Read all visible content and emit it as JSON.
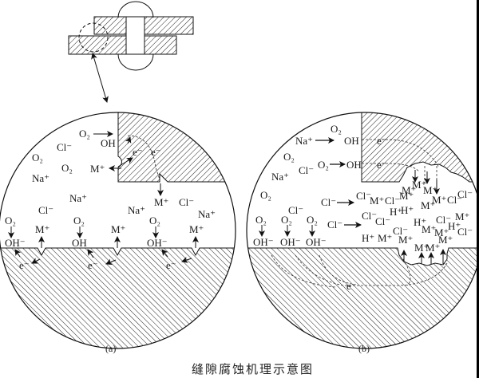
{
  "title": "缝隙腐蚀机理示意图",
  "panels": {
    "a": {
      "caption": "(a)",
      "labels": {
        "o2_top": "O₂",
        "oh_top": "OH",
        "e_left": "e⁻",
        "e_right": "e⁻",
        "m_left": "M⁺",
        "m_down": "M⁺",
        "cl_1": "Cl⁻",
        "o2_1": "O₂",
        "o2_2": "O₂",
        "na_1": "Na⁺",
        "na_2": "Na⁺",
        "cl_2": "Cl⁻",
        "na_3": "Na⁺",
        "cl_3": "Cl⁻",
        "na_4": "Na⁺",
        "o2_s1": "O₂",
        "oh_s1": "OH⁻",
        "m_s1": "M⁺",
        "e_s1": "e⁻",
        "o2_s2": "O₂",
        "oh_s2": "OH",
        "m_s2": "M⁺",
        "e_s2": "e⁻",
        "o2_s3": "O₂",
        "oh_s3": "OH⁻",
        "m_s3": "M⁺",
        "e_s3": "e⁻"
      }
    },
    "b": {
      "caption": "(b)",
      "labels": {
        "o2_top": "O₂",
        "na_top": "Na⁺",
        "oh_1": "OH",
        "e_1": "e⁻",
        "o2_mid": "O₂",
        "oh_2": "OH",
        "e_2": "e⁻",
        "o2_a": "O₂",
        "cl_a": "Cl⁻",
        "na_a": "Na⁺",
        "o2_b": "O₂",
        "cl_arrow1": "Cl⁻",
        "cl_arrow2": "Cl⁻",
        "cl_b": "Cl⁻",
        "o2_s1": "O₂",
        "oh_s1": "OH⁻",
        "o2_s2": "O₂",
        "oh_s2": "OH⁻",
        "o2_s3": "O₂",
        "oh_s3": "OH⁻",
        "e_bottom": "e⁻",
        "crevice_ions": [
          "M⁺",
          "M⁺",
          "M⁺",
          "M⁺",
          "M⁺",
          "Cl⁻",
          "M⁺",
          "Cl⁻",
          "M⁺",
          "Cl⁻",
          "Cl⁻",
          "H⁺",
          "H⁺",
          "M⁺",
          "Cl⁻",
          "Cl⁻",
          "M⁺",
          "H⁺",
          "Cl⁻",
          "H⁺",
          "M⁺",
          "Cl⁻",
          "Cl⁻",
          "H⁺",
          "M⁺",
          "M⁺",
          "M⁺",
          "M⁺",
          "M⁺"
        ]
      }
    }
  }
}
